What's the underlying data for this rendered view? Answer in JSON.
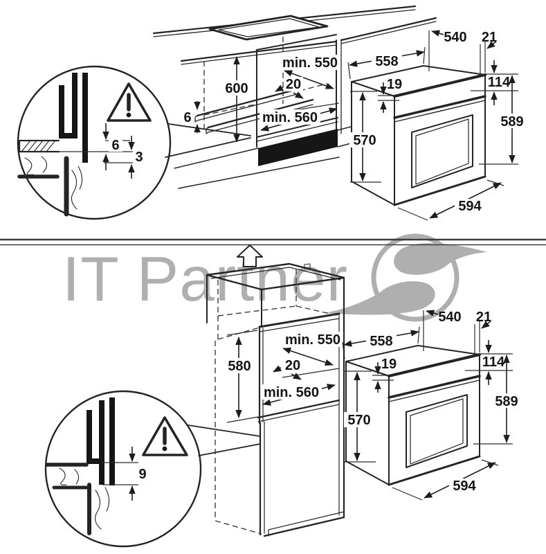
{
  "watermark": {
    "text": "IT Partner",
    "color": "#a2a2a2",
    "logo": "swirl-logo"
  },
  "top": {
    "description": "built-under oven installation",
    "cabinet": {
      "niche_height": "600",
      "front_gap": "6",
      "depth": "min. 550",
      "rear_gap": "20",
      "base_depth": "min. 560"
    },
    "callout": {
      "gap_upper": "6",
      "gap_lower": "3"
    },
    "oven": {
      "top_depth": "540",
      "rear_offset": "21",
      "top_width": "558",
      "front_trim": "19",
      "panel_height": "114",
      "body_height": "570",
      "total_height": "589",
      "front_width": "594"
    }
  },
  "bottom": {
    "description": "tall-cabinet oven installation",
    "cabinet": {
      "niche_height": "580",
      "depth": "min. 550",
      "rear_gap": "20",
      "base_depth": "min. 560"
    },
    "callout": {
      "gap": "9"
    },
    "oven": {
      "top_depth": "540",
      "rear_offset": "21",
      "top_width": "558",
      "front_trim": "19",
      "panel_height": "114",
      "body_height": "570",
      "total_height": "589",
      "front_width": "594"
    }
  }
}
